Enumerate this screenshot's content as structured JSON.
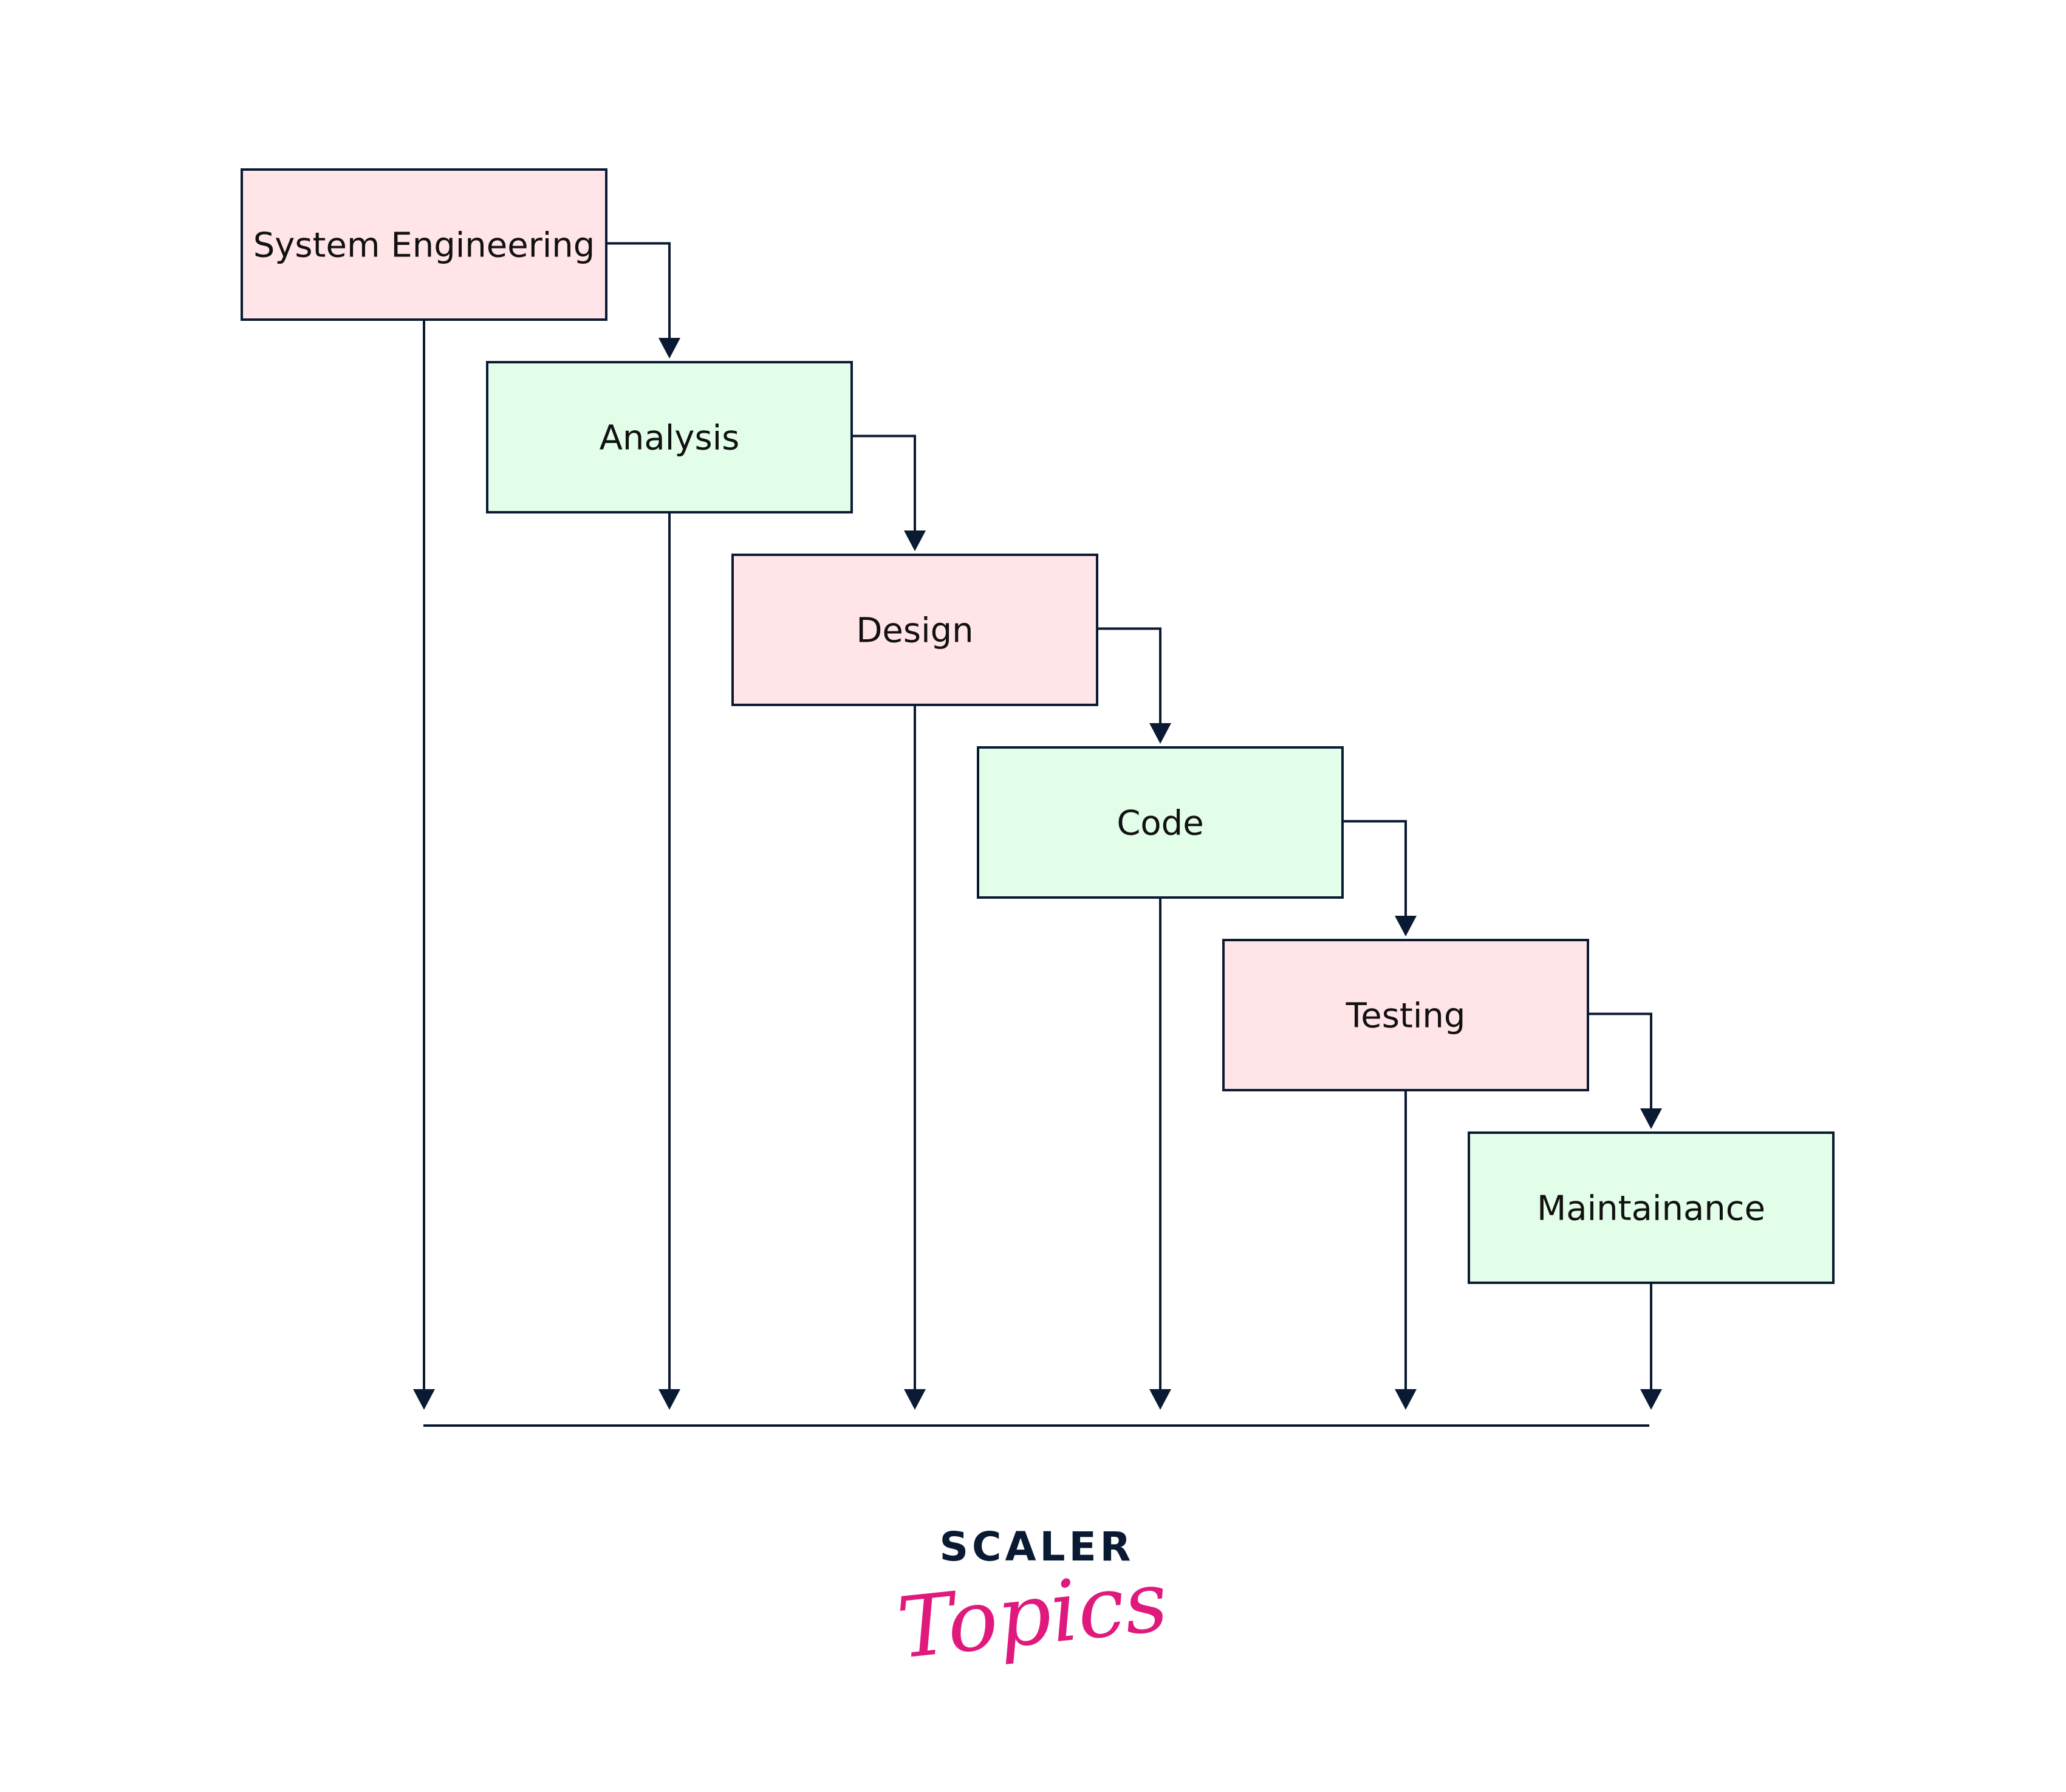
{
  "diagram": {
    "type": "waterfall-model",
    "stages": [
      {
        "label": "System Engineering",
        "fill": "#ffe4e8"
      },
      {
        "label": "Analysis",
        "fill": "#e2fde8"
      },
      {
        "label": "Design",
        "fill": "#ffe4e8"
      },
      {
        "label": "Code",
        "fill": "#e2fde8"
      },
      {
        "label": "Testing",
        "fill": "#ffe4e8"
      },
      {
        "label": "Maintainance",
        "fill": "#e2fde8"
      }
    ],
    "stroke_color": "#0b1a33"
  },
  "logo": {
    "top": "SCALER",
    "bottom": "Topics",
    "top_color": "#0b1a33",
    "bottom_color": "#e0197d"
  }
}
